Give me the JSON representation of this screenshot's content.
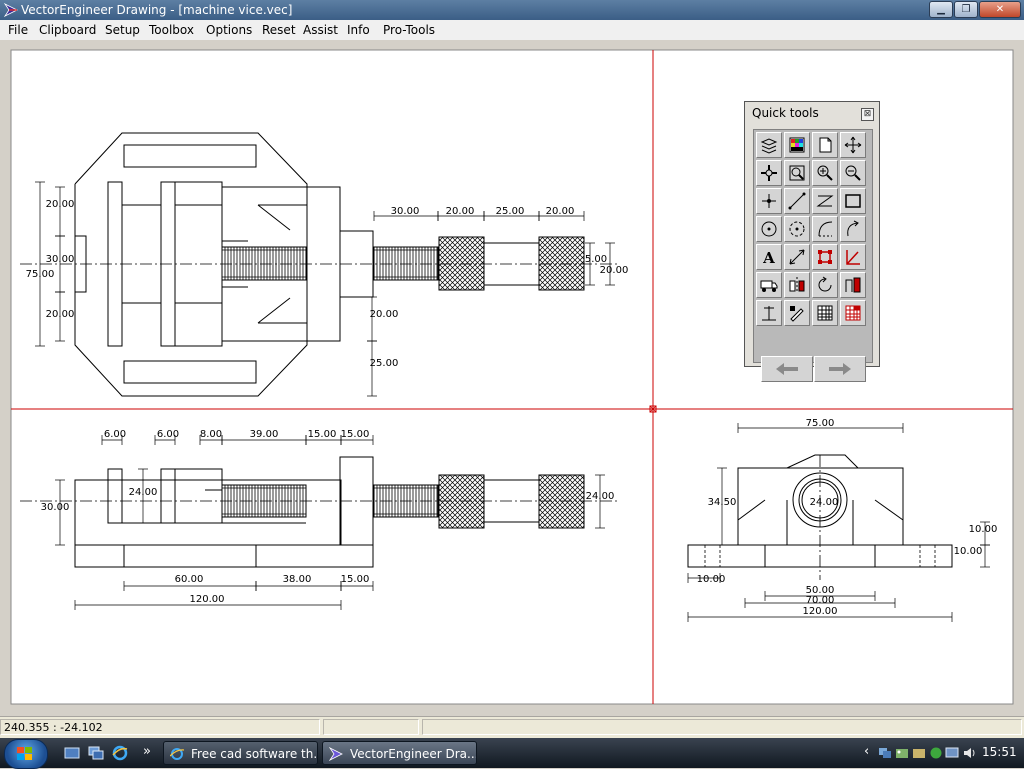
{
  "window": {
    "title": "VectorEngineer Drawing - [machine vice.vec]",
    "minimize": "▁",
    "maximize": "❐",
    "close": "✕"
  },
  "menu": [
    "File",
    "Clipboard",
    "Setup",
    "Toolbox",
    "Options",
    "Reset",
    "Assist",
    "Info",
    "Pro-Tools"
  ],
  "quick_tools": {
    "title": "Quick tools",
    "close_glyph": "⊠",
    "tools": [
      "layers-icon",
      "color-palette-icon",
      "new-page-icon",
      "move-arrows-icon",
      "pan-icon",
      "zoom-window-icon",
      "zoom-in-icon",
      "zoom-out-icon",
      "point-icon",
      "line-icon",
      "polyline-icon",
      "rectangle-icon",
      "circle-icon",
      "circle-tangent-icon",
      "arc-icon",
      "arc-tangent-icon",
      "text-icon",
      "dimension-icon",
      "selection-box-icon",
      "vertex-icon",
      "truck-icon",
      "mirror-icon",
      "rotate-icon",
      "stretch-icon",
      "perpendicular-icon",
      "pen-edit-icon",
      "grid-table-icon",
      "hatch-pattern-icon"
    ],
    "nav": [
      "back-arrow-icon",
      "forward-arrow-icon"
    ]
  },
  "drawing": {
    "colors": {
      "line": "#000000",
      "crosshair": "#cc0000",
      "paper": "#ffffff"
    },
    "dimensions": [
      "30.00",
      "20.00",
      "25.00",
      "20.00",
      "20.00",
      "30.00",
      "20.00",
      "75.00",
      "5.00",
      "20.00",
      "20.00",
      "25.00",
      "6.00",
      "6.00",
      "8.00",
      "39.00",
      "15.00",
      "15.00",
      "24.00",
      "30.00",
      "24.00",
      "60.00",
      "38.00",
      "15.00",
      "120.00",
      "75.00",
      "34.50",
      "24.00",
      "10.00",
      "10.00",
      "10.00",
      "50.00",
      "70.00",
      "120.00"
    ]
  },
  "status": {
    "coords": "240.355 : -24.102",
    "panel2": "",
    "panel3": ""
  },
  "taskbar": {
    "items": [
      {
        "label": "Free cad software th...",
        "icon": "ie-icon"
      },
      {
        "label": "VectorEngineer Dra...",
        "icon": "vectorengineer-icon"
      }
    ],
    "clock": "15:51",
    "quicklaunch_more": "»",
    "tray_show": "‹"
  }
}
